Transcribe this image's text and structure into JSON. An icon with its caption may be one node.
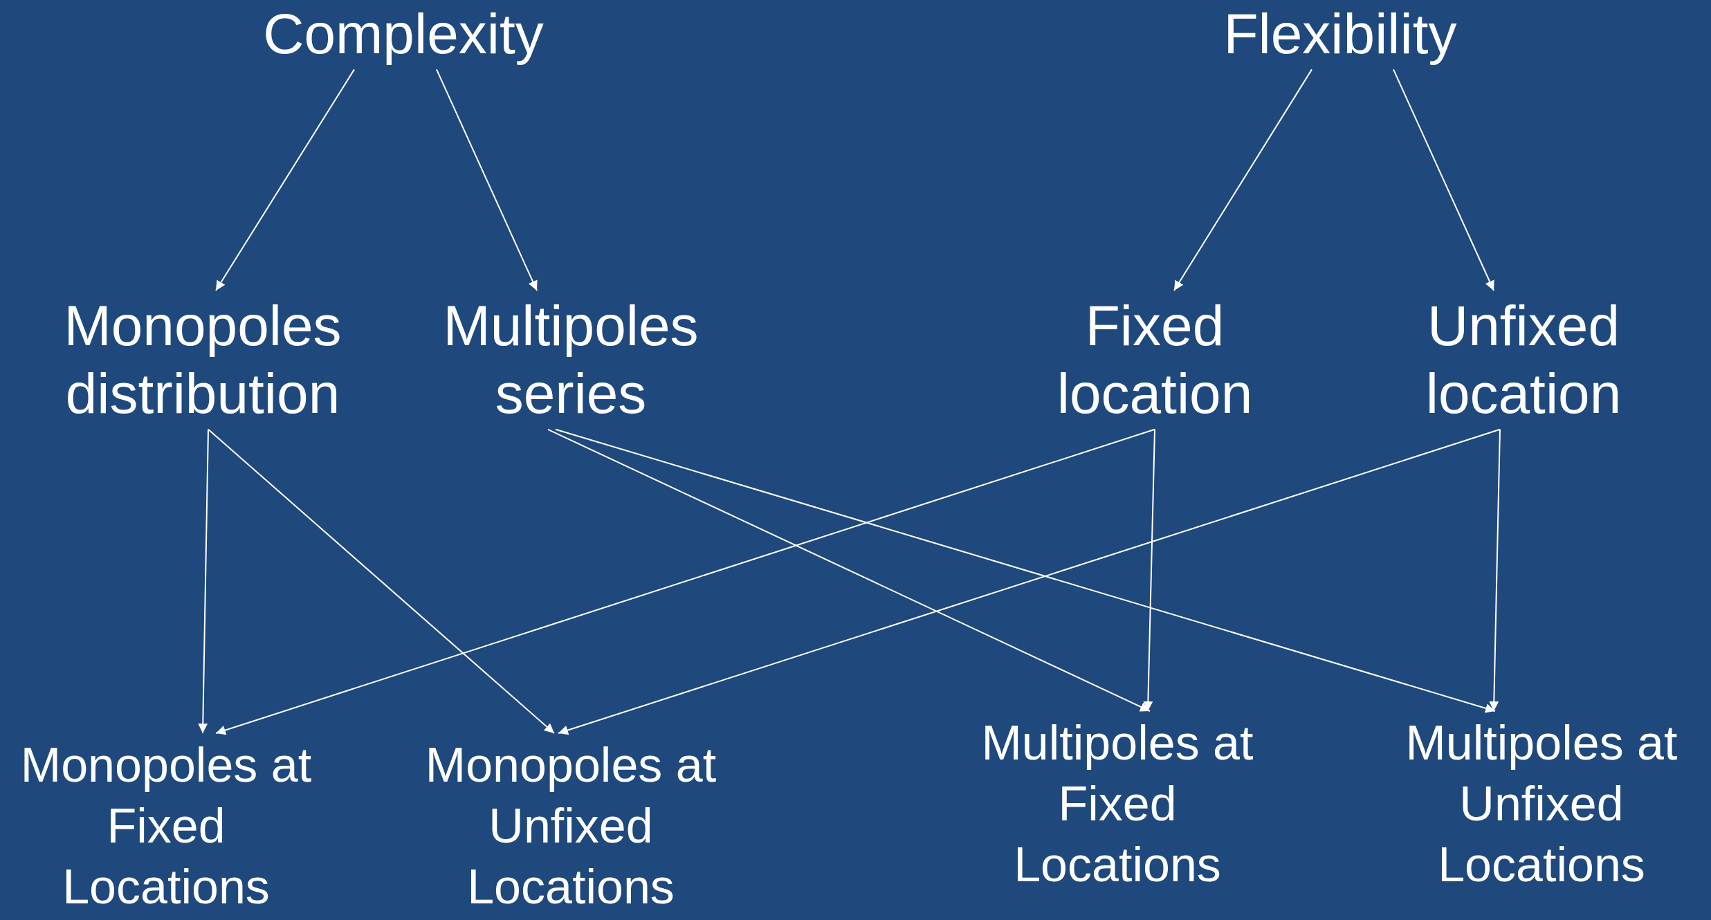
{
  "diagram": {
    "nodes": [
      {
        "text": [
          "Complexity"
        ]
      },
      {
        "text": [
          "Flexibility"
        ]
      },
      {
        "text": [
          "Monopoles distribution"
        ]
      },
      {
        "text": [
          "Multipoles series"
        ]
      },
      {
        "text": [
          "Fixed location"
        ]
      },
      {
        "text": [
          "Unfixed location"
        ]
      },
      {
        "text": [
          "Monopoles at Fixed Locations"
        ]
      },
      {
        "text": [
          "Monopoles at Unfixed Locations"
        ]
      },
      {
        "text": [
          "Multipoles at Fixed Locations"
        ]
      },
      {
        "text": [
          "Multipoles at Unfixed Locations"
        ]
      }
    ],
    "edges": [
      {
        "from": 0,
        "to": 2,
        "arrow": "to"
      },
      {
        "from": 0,
        "to": 3,
        "arrow": "to"
      },
      {
        "from": 1,
        "to": 4,
        "arrow": "to"
      },
      {
        "from": 1,
        "to": 5,
        "arrow": "to"
      },
      {
        "from": 2,
        "to": 6,
        "arrow": "to"
      },
      {
        "from": 2,
        "to": 7,
        "arrow": "to"
      },
      {
        "from": 3,
        "to": 8,
        "arrow": "to"
      },
      {
        "from": 3,
        "to": 9,
        "arrow": "to"
      },
      {
        "from": 4,
        "to": 6,
        "arrow": "to"
      },
      {
        "from": 4,
        "to": 8,
        "arrow": "to"
      },
      {
        "from": 5,
        "to": 7,
        "arrow": "to"
      },
      {
        "from": 5,
        "to": 9,
        "arrow": "to"
      }
    ]
  }
}
